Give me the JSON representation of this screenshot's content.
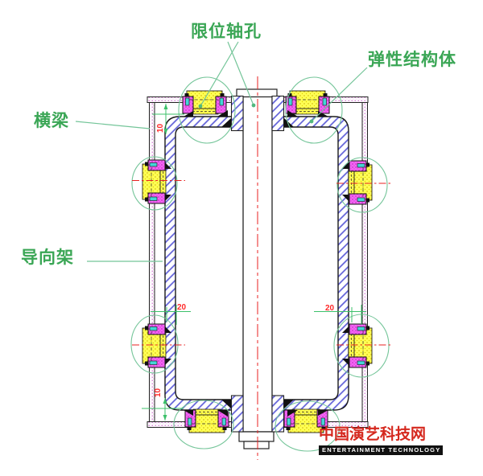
{
  "drawing": {
    "labels": {
      "limit_shaft_hole": "限位轴孔",
      "elastic_structure": "弹性结构体",
      "crossbeam": "横梁",
      "guide_frame": "导向架"
    },
    "dimensions": {
      "gap_top": "10",
      "gap_bottom": "10",
      "offset_left": "20",
      "offset_right": "20"
    },
    "colors": {
      "label_green": "#3aa655",
      "annotation_green": "#74c599",
      "dimension_green": "#3cc06a",
      "dimension_red": "#ff2a2a",
      "centerline_red": "#e82222",
      "hatch_blue": "#5e5ed8",
      "bearing_yellow": "#ffff55",
      "clamp_magenta": "#f466f4",
      "watermark_red": "#d5281e"
    }
  },
  "watermark": {
    "site_name_cn": "中国演艺科技网",
    "site_name_en": "ENTERTAINMENT TECHNOLOGY"
  }
}
